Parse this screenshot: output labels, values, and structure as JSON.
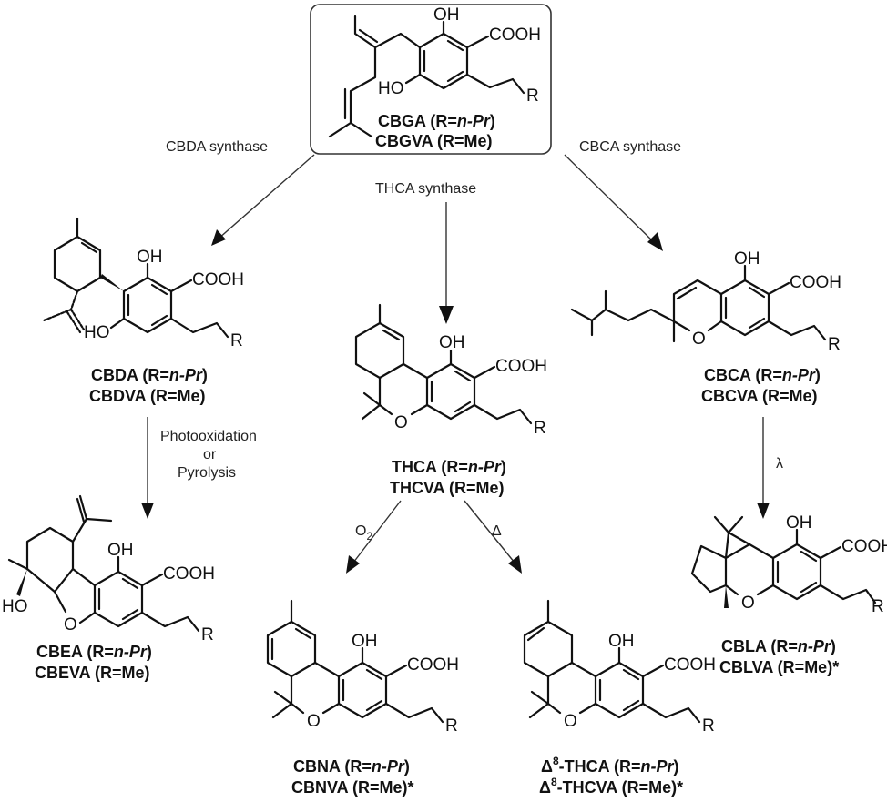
{
  "figure": {
    "start": {
      "atoms": {
        "oh": "OH",
        "cooh": "COOH",
        "ho": "HO",
        "r": "R"
      },
      "names": [
        "CBGA",
        "CBGVA"
      ],
      "variants": [
        "n-Pr",
        "Me"
      ]
    },
    "enzymes": {
      "cbda": "CBDA synthase",
      "thca": "THCA synthase",
      "cbca": "CBCA synthase"
    },
    "cbda": {
      "atoms": {
        "oh": "OH",
        "cooh": "COOH",
        "ho": "HO",
        "r": "R"
      },
      "names": [
        "CBDA",
        "CBDVA"
      ]
    },
    "thca": {
      "atoms": {
        "oh": "OH",
        "cooh": "COOH",
        "o": "O",
        "r": "R"
      },
      "names": [
        "THCA",
        "THCVA"
      ]
    },
    "cbca": {
      "atoms": {
        "oh": "OH",
        "cooh": "COOH",
        "o": "O",
        "r": "R"
      },
      "names": [
        "CBCA",
        "CBCVA"
      ]
    },
    "conditions": {
      "photo_line1": "Photooxidation",
      "photo_line2": "or",
      "photo_line3": "Pyrolysis",
      "o2": "O",
      "o2_sub": "2",
      "heat": "Δ",
      "light": "λ"
    },
    "cbea": {
      "atoms": {
        "oh": "OH",
        "cooh": "COOH",
        "ho": "HO",
        "o": "O",
        "r": "R"
      },
      "names": [
        "CBEA",
        "CBEVA"
      ]
    },
    "cbna": {
      "atoms": {
        "oh": "OH",
        "cooh": "COOH",
        "o": "O",
        "r": "R"
      },
      "names": [
        "CBNA",
        "CBNVA"
      ],
      "asterisk": "*"
    },
    "d8thca": {
      "atoms": {
        "oh": "OH",
        "cooh": "COOH",
        "o": "O",
        "r": "R"
      },
      "delta": "Δ",
      "sup": "8",
      "names": [
        "-THCA",
        "-THCVA"
      ],
      "asterisk": "*"
    },
    "cbla": {
      "atoms": {
        "oh": "OH",
        "cooh": "COOH",
        "o": "O",
        "r": "R"
      },
      "names": [
        "CBLA",
        "CBLVA"
      ],
      "asterisk": "*"
    },
    "label_parts": {
      "open": " (R",
      "eq": "=",
      "close": ")"
    }
  }
}
